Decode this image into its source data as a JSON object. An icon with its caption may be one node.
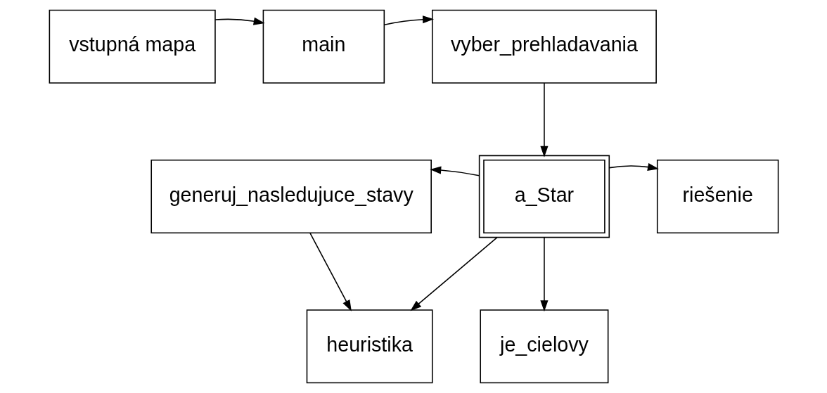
{
  "diagram": {
    "nodes": [
      {
        "text": [
          "vstupná mapa"
        ]
      },
      {
        "text": [
          "main"
        ]
      },
      {
        "text": [
          "vyber_prehladavania"
        ]
      },
      {
        "text": [
          "generuj_nasledujuce_stavy"
        ]
      },
      {
        "text": [
          "a_Star"
        ]
      },
      {
        "text": [
          "riešenie"
        ]
      },
      {
        "text": [
          "heuristika"
        ]
      },
      {
        "text": [
          "je_cielovy"
        ]
      }
    ],
    "edges": [
      {
        "from": 0,
        "to": 1,
        "arrow": "to"
      },
      {
        "from": 1,
        "to": 2,
        "arrow": "to"
      },
      {
        "from": 2,
        "to": 4,
        "arrow": "to"
      },
      {
        "from": 4,
        "to": 3,
        "arrow": "to"
      },
      {
        "from": 4,
        "to": 5,
        "arrow": "to"
      },
      {
        "from": 3,
        "to": 6,
        "arrow": "to"
      },
      {
        "from": 4,
        "to": 6,
        "arrow": "to"
      },
      {
        "from": 4,
        "to": 7,
        "arrow": "to"
      }
    ]
  }
}
